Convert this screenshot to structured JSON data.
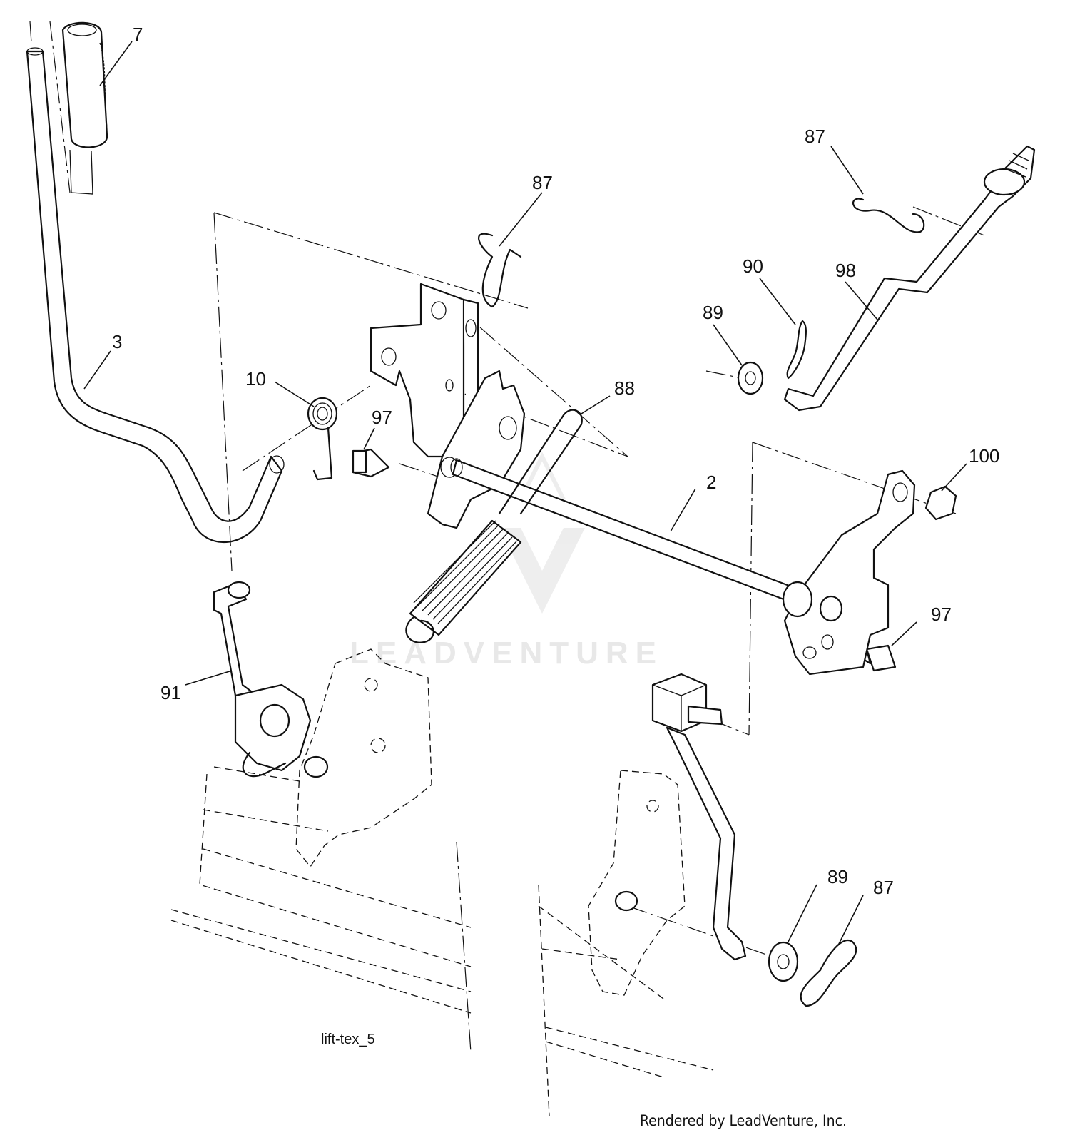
{
  "diagram": {
    "caption": "lift-tex_5",
    "footer": "Rendered by LeadVenture, Inc.",
    "watermark": "LEADVENTURE",
    "callouts": [
      {
        "id": "c7",
        "label": "7"
      },
      {
        "id": "c87a",
        "label": "87"
      },
      {
        "id": "c87b",
        "label": "87"
      },
      {
        "id": "c90",
        "label": "90"
      },
      {
        "id": "c98",
        "label": "98"
      },
      {
        "id": "c89a",
        "label": "89"
      },
      {
        "id": "c3",
        "label": "3"
      },
      {
        "id": "c10",
        "label": "10"
      },
      {
        "id": "c88",
        "label": "88"
      },
      {
        "id": "c97a",
        "label": "97"
      },
      {
        "id": "c100",
        "label": "100"
      },
      {
        "id": "c2",
        "label": "2"
      },
      {
        "id": "c97b",
        "label": "97"
      },
      {
        "id": "c91",
        "label": "91"
      },
      {
        "id": "c89b",
        "label": "89"
      },
      {
        "id": "c87c",
        "label": "87"
      }
    ]
  }
}
